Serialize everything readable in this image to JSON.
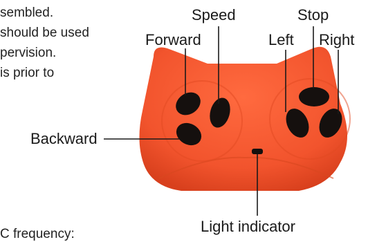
{
  "background_text": {
    "lines": [
      "sembled.",
      "should be used",
      "pervision.",
      "is prior to",
      "C frequency:"
    ]
  },
  "remote": {
    "body_color": "#f2542d",
    "button_color": "#15100e"
  },
  "labels": {
    "speed": "Speed",
    "stop": "Stop",
    "forward": "Forward",
    "left": "Left",
    "right": "Right",
    "backward": "Backward",
    "light_indicator": "Light indicator"
  }
}
